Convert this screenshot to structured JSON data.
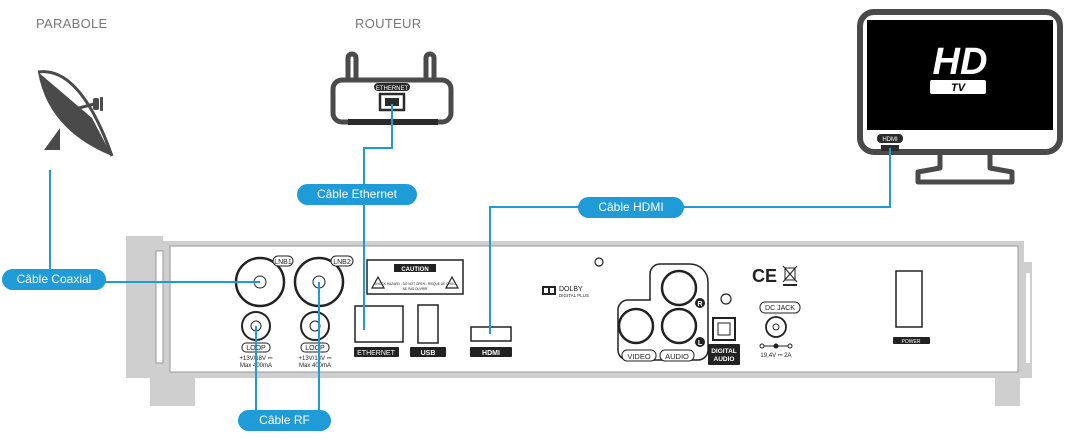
{
  "colors": {
    "cable": "#1f9bd7",
    "device": "#4a4a4a",
    "box": "#cfcfcf",
    "outline": "#2b2b2b"
  },
  "icons": [
    "satellite-dish-icon",
    "router-icon",
    "hd-tv-icon",
    "ce-mark-icon",
    "weee-bin-icon",
    "dolby-logo-icon"
  ],
  "devices": {
    "dish": "PARABOLE",
    "router": "ROUTEUR"
  },
  "cables": {
    "ethernet": "Câble Ethernet",
    "hdmi": "Câble HDMI",
    "coaxial": "Câble Coaxial",
    "rf": "Câble RF"
  },
  "router_port": "ETHERNET",
  "tv": {
    "hd": "HD",
    "tv": "TV",
    "port": "HDMI"
  },
  "receiver": {
    "lnb1": "LNB1",
    "lnb2": "LNB2",
    "loop": "LOOP",
    "lnb_spec_1": "+13V/18V ⎓",
    "lnb_spec_2": "Max 400mA",
    "ethernet": "ETHERNET",
    "usb": "USB",
    "hdmi": "HDMI",
    "caution": "CAUTION",
    "caution_text": "SHOCK HAZARD - DO NOT OPEN - RISQUE DE CHOC",
    "caution_text2": "NE PAS OUVRIR",
    "dolby_1": "DOLBY",
    "dolby_2": "DIGITAL PLUS",
    "video": "VIDEO",
    "audio": "AUDIO",
    "r": "R",
    "l": "L",
    "digital_audio_1": "DIGITAL",
    "digital_audio_2": "AUDIO",
    "ce": "CE",
    "dc_jack": "DC JACK",
    "dc_spec": "19,4V ⎓ 2A",
    "power": "POWER"
  }
}
